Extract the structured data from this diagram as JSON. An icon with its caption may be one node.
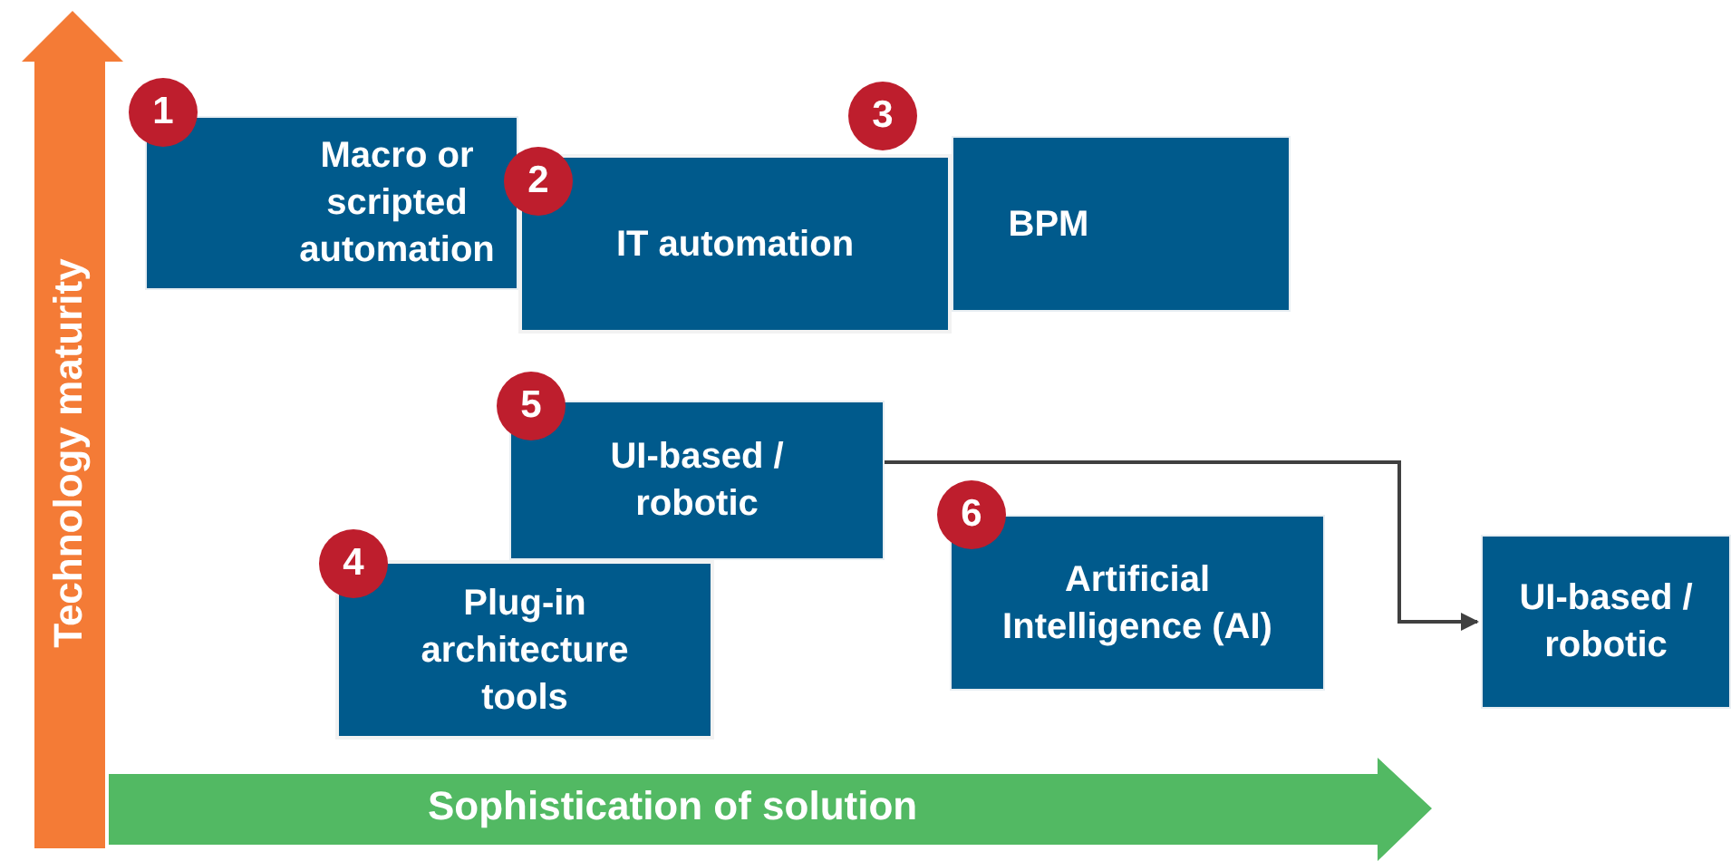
{
  "diagram": {
    "nodes": [
      {
        "text": [
          "1",
          "Macro or scripted automation"
        ]
      },
      {
        "text": [
          "2",
          "IT automation"
        ]
      },
      {
        "text": [
          "3",
          "BPM"
        ]
      },
      {
        "text": [
          "5",
          "UI-based / robotic"
        ]
      },
      {
        "text": [
          "4",
          "Plug-in architecture tools"
        ]
      },
      {
        "text": [
          "6",
          "Artificial Intelligence (AI)"
        ]
      },
      {
        "text": [
          "UI-based / robotic"
        ]
      }
    ],
    "edges": [
      {
        "from": 3,
        "to": 6,
        "arrow": "to"
      }
    ],
    "labels": [
      "Technology maturity",
      "Sophistication of solution"
    ]
  }
}
